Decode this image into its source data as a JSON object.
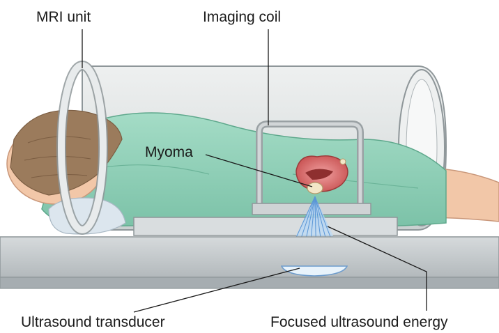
{
  "labels": {
    "mri_unit": "MRI unit",
    "imaging_coil": "Imaging coil",
    "myoma": "Myoma",
    "ultrasound_transducer": "Ultrasound transducer",
    "focused_ultrasound_energy": "Focused ultrasound energy"
  },
  "colors": {
    "bore": "#dfe3e3",
    "gown": "#8fd0b8",
    "skin": "#f2c7a8",
    "hair": "#9b7b5c",
    "table": "#c7cccf",
    "beam": "#7fb3e6",
    "uterus": "#d96a6a"
  }
}
